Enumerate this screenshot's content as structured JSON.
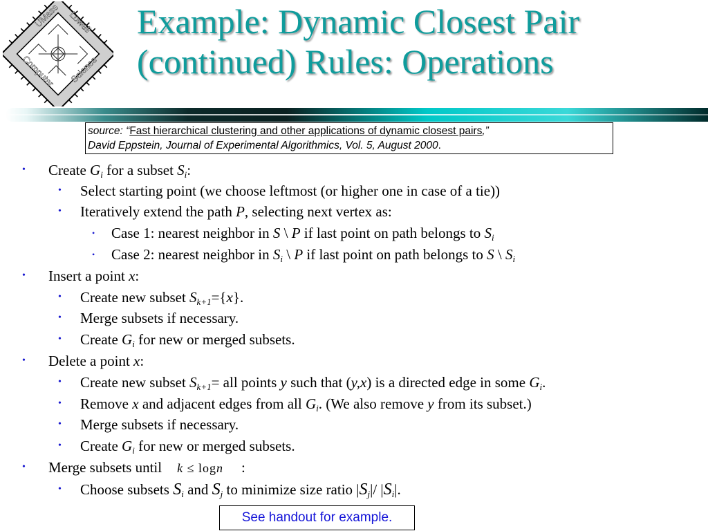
{
  "title": {
    "line1": "Example: Dynamic Closest Pair",
    "line2": "(continued)  Rules: Operations"
  },
  "logo": {
    "top_left": "UMass",
    "top_right": "Lowell",
    "bottom_left": "Computer",
    "bottom_right": "Science",
    "icon": "chip-logo-icon"
  },
  "source": {
    "prefix": "source: “",
    "link": "Fast hierarchical clustering and other applications of dynamic closest pairs",
    "suffix": ",”",
    "citation": "David Eppstein, Journal of Experimental Algorithmics, Vol. 5, August 2000",
    "period": "."
  },
  "bullets": {
    "create": {
      "a": "Create ",
      "G": "G",
      "i": "i",
      "b": " for a subset ",
      "S": "S",
      "i2": "i",
      "c": ":",
      "sub1": "Select starting point (we choose leftmost (or higher one in case of a tie))",
      "sub2a": "Iteratively extend the path ",
      "sub2P": "P",
      "sub2b": ", selecting next vertex as:",
      "case1a": "Case 1: nearest neighbor in ",
      "case1S": "S",
      "case1sep": " \\ ",
      "case1P": "P",
      "case1b": " if last point on path belongs to ",
      "case1S2": "S",
      "case1i": "i",
      "case2a": "Case 2: nearest neighbor in ",
      "case2S": "S",
      "case2i": "i",
      "case2sep": " \\ ",
      "case2P": "P",
      "case2b": " if last point on path belongs to ",
      "case2S2": "S",
      "case2sep2": " \\ ",
      "case2S3": "S",
      "case2i2": "i"
    },
    "insert": {
      "a": "Insert a point ",
      "x": "x",
      "b": ":",
      "sub1a": "Create new subset  ",
      "sub1S": "S",
      "sub1k": "k+1",
      "sub1b": "={",
      "sub1x": "x",
      "sub1c": "}.",
      "sub2": "Merge subsets if necessary.",
      "sub3a": "Create ",
      "sub3G": "G",
      "sub3i": "i",
      "sub3b": "  for new or merged subsets."
    },
    "delete": {
      "a": "Delete a point ",
      "x": "x",
      "b": ":",
      "sub1a": "Create new subset  ",
      "sub1S": "S",
      "sub1k": "k+1",
      "sub1b": "= all points ",
      "sub1y": "y",
      "sub1c": " such that (",
      "sub1yx": "y,x",
      "sub1d": ") is a directed edge in some ",
      "sub1G": "G",
      "sub1i": "i",
      "sub1e": ".",
      "sub2a": "Remove ",
      "sub2x": "x",
      "sub2b": " and adjacent edges from all ",
      "sub2G": "G",
      "sub2i": "i",
      "sub2c": ". (We also remove ",
      "sub2y": "y",
      "sub2d": " from its subset.)",
      "sub3": "Merge subsets if necessary.",
      "sub4a": "Create ",
      "sub4G": "G",
      "sub4i": "i",
      "sub4b": "  for new or merged subsets."
    },
    "merge": {
      "a": "Merge subsets until",
      "math_k": "k",
      "math_le": " ≤ ",
      "math_log": "log",
      "math_n": "n",
      "b": ":",
      "sub1a": "Choose subsets ",
      "sub1S": "S",
      "sub1i": "i",
      "sub1b": " and ",
      "sub1S2": "S",
      "sub1j": "j",
      "sub1c": " to minimize size ratio |",
      "sub1S3": "S",
      "sub1j2": "j",
      "sub1d": "|/ |",
      "sub1S4": "S",
      "sub1i2": "i",
      "sub1e": "|."
    }
  },
  "handout": "See handout for example.",
  "colors": {
    "title": "#0f9c9c",
    "bullet": "#1a1ad0",
    "handout_text": "#1414d8"
  }
}
